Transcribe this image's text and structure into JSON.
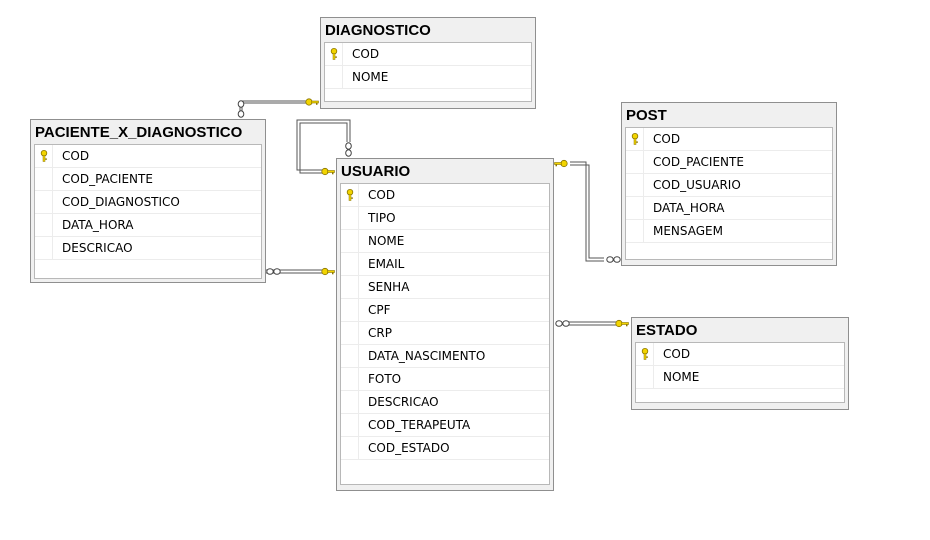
{
  "tables": {
    "diagnostico": {
      "name": "DIAGNOSTICO",
      "columns": [
        "COD",
        "NOME"
      ]
    },
    "paciente_x_diagnostico": {
      "name": "PACIENTE_X_DIAGNOSTICO",
      "columns": [
        "COD",
        "COD_PACIENTE",
        "COD_DIAGNOSTICO",
        "DATA_HORA",
        "DESCRICAO"
      ]
    },
    "usuario": {
      "name": "USUARIO",
      "columns": [
        "COD",
        "TIPO",
        "NOME",
        "EMAIL",
        "SENHA",
        "CPF",
        "CRP",
        "DATA_NASCIMENTO",
        "FOTO",
        "DESCRICAO",
        "COD_TERAPEUTA",
        "COD_ESTADO"
      ]
    },
    "post": {
      "name": "POST",
      "columns": [
        "COD",
        "COD_PACIENTE",
        "COD_USUARIO",
        "DATA_HORA",
        "MENSAGEM"
      ]
    },
    "estado": {
      "name": "ESTADO",
      "columns": [
        "COD",
        "NOME"
      ]
    }
  },
  "primary_key_icon": "key-icon",
  "relationships": [
    {
      "from": "PACIENTE_X_DIAGNOSTICO",
      "to": "DIAGNOSTICO"
    },
    {
      "from": "PACIENTE_X_DIAGNOSTICO",
      "to": "USUARIO"
    },
    {
      "from": "USUARIO",
      "to": "USUARIO"
    },
    {
      "from": "POST",
      "to": "USUARIO"
    },
    {
      "from": "USUARIO",
      "to": "ESTADO"
    }
  ],
  "colors": {
    "key": "#e8c000",
    "line": "#555555",
    "panel": "#f0f0f0",
    "border": "#8f8f8f"
  }
}
